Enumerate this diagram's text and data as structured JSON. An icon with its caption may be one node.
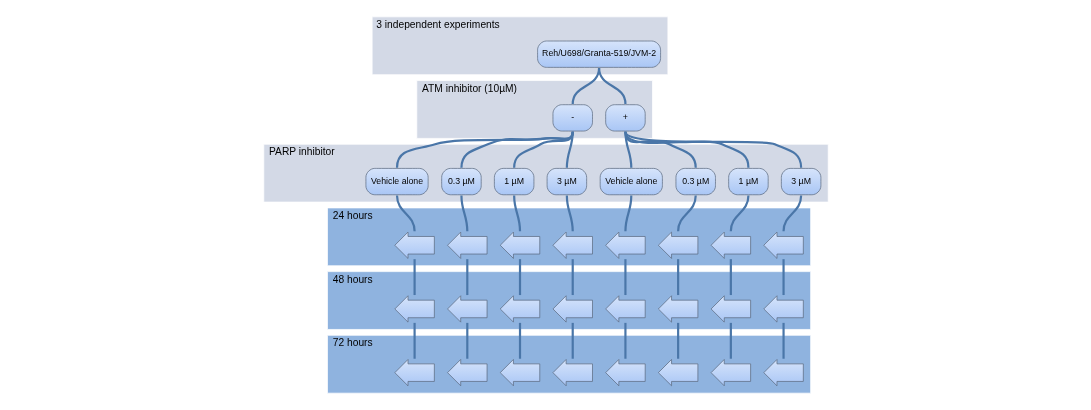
{
  "diagram": {
    "nodes": [
      {
        "text": [
          "3 independent experiments"
        ]
      },
      {
        "text": [
          "Reh/U698/Granta-519/JVM-2"
        ],
        "in": 0
      },
      {
        "text": [
          "ATM inhibitor (10µM)"
        ]
      },
      {
        "text": [
          "-"
        ],
        "in": 2
      },
      {
        "text": [
          "+"
        ],
        "in": 2
      },
      {
        "text": [
          "PARP inhibitor"
        ]
      },
      {
        "text": [
          "Vehicle alone"
        ],
        "in": 5
      },
      {
        "text": [
          "0.3 µM"
        ],
        "in": 5
      },
      {
        "text": [
          "1 µM"
        ],
        "in": 5
      },
      {
        "text": [
          "3 µM"
        ],
        "in": 5
      },
      {
        "text": [
          "Vehicle alone"
        ],
        "in": 5
      },
      {
        "text": [
          "0.3 µM"
        ],
        "in": 5
      },
      {
        "text": [
          "1 µM"
        ],
        "in": 5
      },
      {
        "text": [
          "3 µM"
        ],
        "in": 5
      },
      {
        "text": [
          "24 hours"
        ]
      },
      {
        "text": [],
        "shape": "arrow",
        "in": 14
      },
      {
        "text": [],
        "shape": "arrow",
        "in": 14
      },
      {
        "text": [],
        "shape": "arrow",
        "in": 14
      },
      {
        "text": [],
        "shape": "arrow",
        "in": 14
      },
      {
        "text": [],
        "shape": "arrow",
        "in": 14
      },
      {
        "text": [],
        "shape": "arrow",
        "in": 14
      },
      {
        "text": [],
        "shape": "arrow",
        "in": 14
      },
      {
        "text": [],
        "shape": "arrow",
        "in": 14
      },
      {
        "text": [
          "48 hours"
        ]
      },
      {
        "text": [],
        "shape": "arrow",
        "in": 23
      },
      {
        "text": [],
        "shape": "arrow",
        "in": 23
      },
      {
        "text": [],
        "shape": "arrow",
        "in": 23
      },
      {
        "text": [],
        "shape": "arrow",
        "in": 23
      },
      {
        "text": [],
        "shape": "arrow",
        "in": 23
      },
      {
        "text": [],
        "shape": "arrow",
        "in": 23
      },
      {
        "text": [],
        "shape": "arrow",
        "in": 23
      },
      {
        "text": [],
        "shape": "arrow",
        "in": 23
      },
      {
        "text": [
          "72 hours"
        ]
      },
      {
        "text": [],
        "shape": "arrow",
        "in": 32
      },
      {
        "text": [],
        "shape": "arrow",
        "in": 32
      },
      {
        "text": [],
        "shape": "arrow",
        "in": 32
      },
      {
        "text": [],
        "shape": "arrow",
        "in": 32
      },
      {
        "text": [],
        "shape": "arrow",
        "in": 32
      },
      {
        "text": [],
        "shape": "arrow",
        "in": 32
      },
      {
        "text": [],
        "shape": "arrow",
        "in": 32
      },
      {
        "text": [],
        "shape": "arrow",
        "in": 32
      }
    ],
    "edges": [
      {
        "from": 1,
        "to": 3,
        "arrow": "none"
      },
      {
        "from": 1,
        "to": 4,
        "arrow": "none"
      },
      {
        "from": 3,
        "to": 6,
        "arrow": "none"
      },
      {
        "from": 3,
        "to": 7,
        "arrow": "none"
      },
      {
        "from": 3,
        "to": 8,
        "arrow": "none"
      },
      {
        "from": 3,
        "to": 9,
        "arrow": "none"
      },
      {
        "from": 4,
        "to": 10,
        "arrow": "none"
      },
      {
        "from": 4,
        "to": 11,
        "arrow": "none"
      },
      {
        "from": 4,
        "to": 12,
        "arrow": "none"
      },
      {
        "from": 4,
        "to": 13,
        "arrow": "none"
      },
      {
        "from": 6,
        "to": 15,
        "arrow": "none"
      },
      {
        "from": 7,
        "to": 16,
        "arrow": "none"
      },
      {
        "from": 8,
        "to": 17,
        "arrow": "none"
      },
      {
        "from": 9,
        "to": 18,
        "arrow": "none"
      },
      {
        "from": 10,
        "to": 19,
        "arrow": "none"
      },
      {
        "from": 11,
        "to": 20,
        "arrow": "none"
      },
      {
        "from": 12,
        "to": 21,
        "arrow": "none"
      },
      {
        "from": 13,
        "to": 22,
        "arrow": "none"
      },
      {
        "from": 15,
        "to": 24,
        "arrow": "none"
      },
      {
        "from": 16,
        "to": 25,
        "arrow": "none"
      },
      {
        "from": 17,
        "to": 26,
        "arrow": "none"
      },
      {
        "from": 18,
        "to": 27,
        "arrow": "none"
      },
      {
        "from": 19,
        "to": 28,
        "arrow": "none"
      },
      {
        "from": 20,
        "to": 29,
        "arrow": "none"
      },
      {
        "from": 21,
        "to": 30,
        "arrow": "none"
      },
      {
        "from": 22,
        "to": 31,
        "arrow": "none"
      },
      {
        "from": 24,
        "to": 33,
        "arrow": "none"
      },
      {
        "from": 25,
        "to": 34,
        "arrow": "none"
      },
      {
        "from": 26,
        "to": 35,
        "arrow": "none"
      },
      {
        "from": 27,
        "to": 36,
        "arrow": "none"
      },
      {
        "from": 28,
        "to": 37,
        "arrow": "none"
      },
      {
        "from": 29,
        "to": 38,
        "arrow": "none"
      },
      {
        "from": 30,
        "to": 39,
        "arrow": "none"
      },
      {
        "from": 31,
        "to": 40,
        "arrow": "none"
      }
    ]
  }
}
